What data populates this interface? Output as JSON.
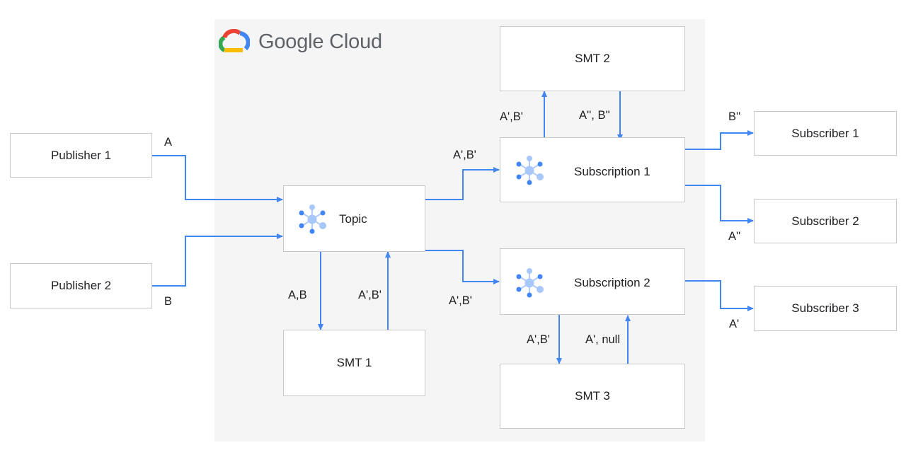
{
  "brand": {
    "logo_text": "Google Cloud",
    "logo_icon": "google-cloud-logo-icon",
    "colors": {
      "blue": "#4285f4",
      "red": "#ea4335",
      "yellow": "#fbbc04",
      "green": "#34a853"
    }
  },
  "accent_color": "#4285f4",
  "nodes": {
    "publisher_1": "Publisher 1",
    "publisher_2": "Publisher 2",
    "topic": "Topic",
    "smt_1": "SMT 1",
    "smt_2": "SMT 2",
    "smt_3": "SMT 3",
    "subscription_1": "Subscription 1",
    "subscription_2": "Subscription 2",
    "subscriber_1": "Subscriber 1",
    "subscriber_2": "Subscriber 2",
    "subscriber_3": "Subscriber 3"
  },
  "node_icon": "pubsub-icon",
  "edges": {
    "pub1_to_topic": "A",
    "pub2_to_topic": "B",
    "topic_to_smt1": "A,B",
    "smt1_to_topic": "A',B'",
    "topic_to_sub1": "A',B'",
    "topic_to_sub2": "A',B'",
    "sub1_to_smt2": "A',B'",
    "smt2_to_sub1": "A'', B''",
    "sub1_to_subscriber1": "B''",
    "sub1_to_subscriber2": "A''",
    "sub2_to_smt3": "A',B'",
    "smt3_to_sub2": "A', null",
    "sub2_to_subscriber3": "A'"
  }
}
